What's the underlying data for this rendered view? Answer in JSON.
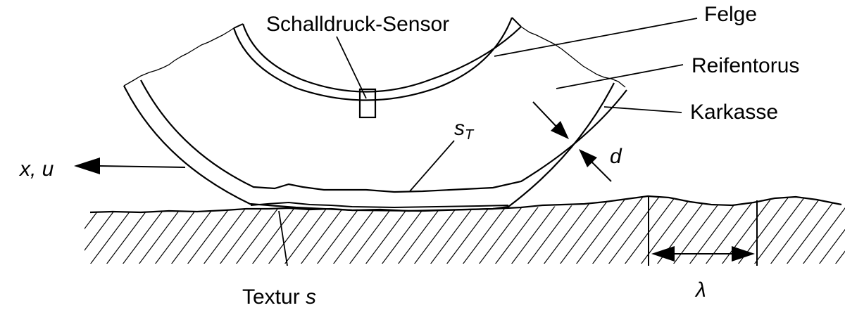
{
  "labels": {
    "sensor": "Schalldruck-Sensor",
    "rim": "Felge",
    "torus": "Reifentorus",
    "carcass": "Karkasse",
    "s_t_base": "s",
    "s_t_sub": "T",
    "thickness": "d",
    "axis": "x, u",
    "texture_word": "Textur ",
    "texture_var": "s",
    "wavelength": "λ"
  }
}
